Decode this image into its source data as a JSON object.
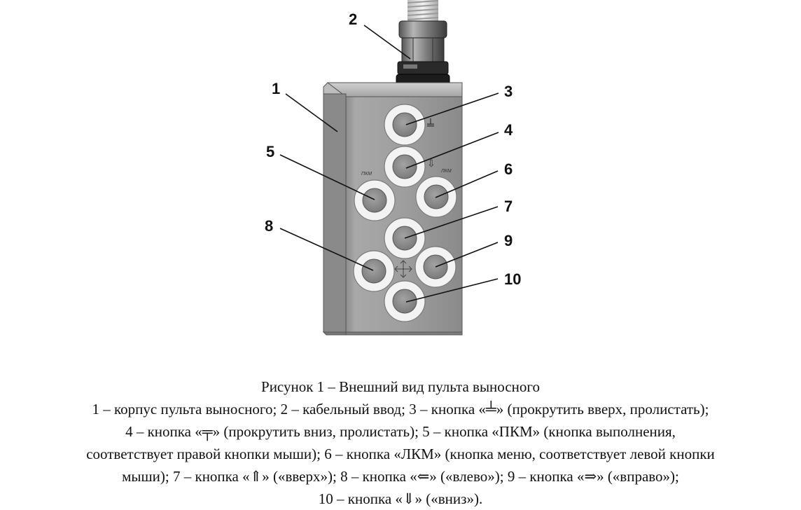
{
  "figure": {
    "callouts": [
      "1",
      "2",
      "3",
      "4",
      "5",
      "6",
      "7",
      "8",
      "9",
      "10"
    ],
    "button_marks": {
      "scroll_up_symbol": "╧",
      "scroll_down_symbol": "⇩",
      "left_label": "ПКМ",
      "right_label": "ЛКМ",
      "arrows_symbol": "✥"
    },
    "colors": {
      "housing": "#9c9c9c",
      "button_ring": "#f2f2f2",
      "button_center": "#8e8e8e",
      "leader_line": "#111111"
    }
  },
  "caption": {
    "title": "Рисунок 1 – Внешний вид пульта выносного",
    "lines": [
      "1 – корпус пульта выносного; 2 – кабельный ввод; 3 – кнопка «╧» (прокрутить вверх, пролистать);",
      "4 – кнопка «╤» (прокрутить вниз, пролистать); 5 – кнопка «ПКМ» (кнопка выполнения,",
      "соответствует правой кнопки мыши); 6 – кнопка «ЛКМ» (кнопка меню, соответствует левой кнопки",
      "мыши); 7 – кнопка «⇑» («вверх»); 8 – кнопка «⇐» («влево»); 9 – кнопка «⇒» («вправо»);",
      "10 – кнопка «⇓» («вниз»)."
    ]
  }
}
